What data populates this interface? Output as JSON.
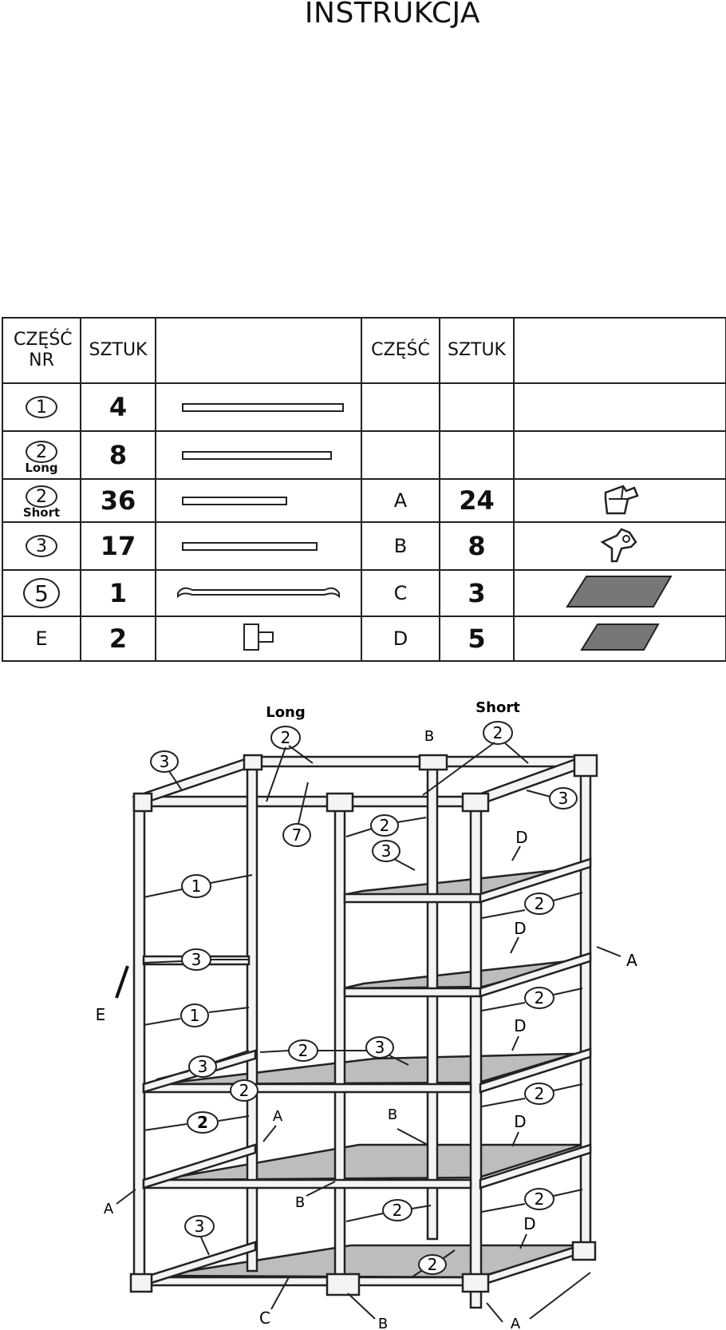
{
  "title": "INSTRUKCJA",
  "table": {
    "headers": {
      "part_no": "CZĘŚĆ NR",
      "qty": "SZTUK",
      "part2": "CZĘŚĆ",
      "qty2": "SZTUK"
    },
    "rows": [
      {
        "part": "1",
        "sub": "",
        "qty": "4",
        "part2": "",
        "qty2": ""
      },
      {
        "part": "2",
        "sub": "Long",
        "qty": "8",
        "part2": "",
        "qty2": ""
      },
      {
        "part": "2",
        "sub": "Short",
        "qty": "36",
        "part2": "A",
        "qty2": "24"
      },
      {
        "part": "3",
        "sub": "",
        "qty": "17",
        "part2": "B",
        "qty2": "8"
      },
      {
        "part": "5",
        "sub": "",
        "qty": "1",
        "part2": "C",
        "qty2": "3"
      },
      {
        "part": "E",
        "sub": "",
        "qty": "2",
        "part2": "D",
        "qty2": "5"
      }
    ],
    "colors": {
      "panel": "#777777",
      "line": "#222222"
    }
  },
  "diagram": {
    "header_long": "Long",
    "header_short": "Short",
    "labels": {
      "n1": "1",
      "n2": "2",
      "n3": "3",
      "n7": "7",
      "A": "A",
      "B": "B",
      "C": "C",
      "D": "D",
      "E": "E"
    },
    "colors": {
      "frame_fill": "#f4f4f4",
      "shelf_fill": "#bdbdbd",
      "stroke": "#222222"
    }
  }
}
